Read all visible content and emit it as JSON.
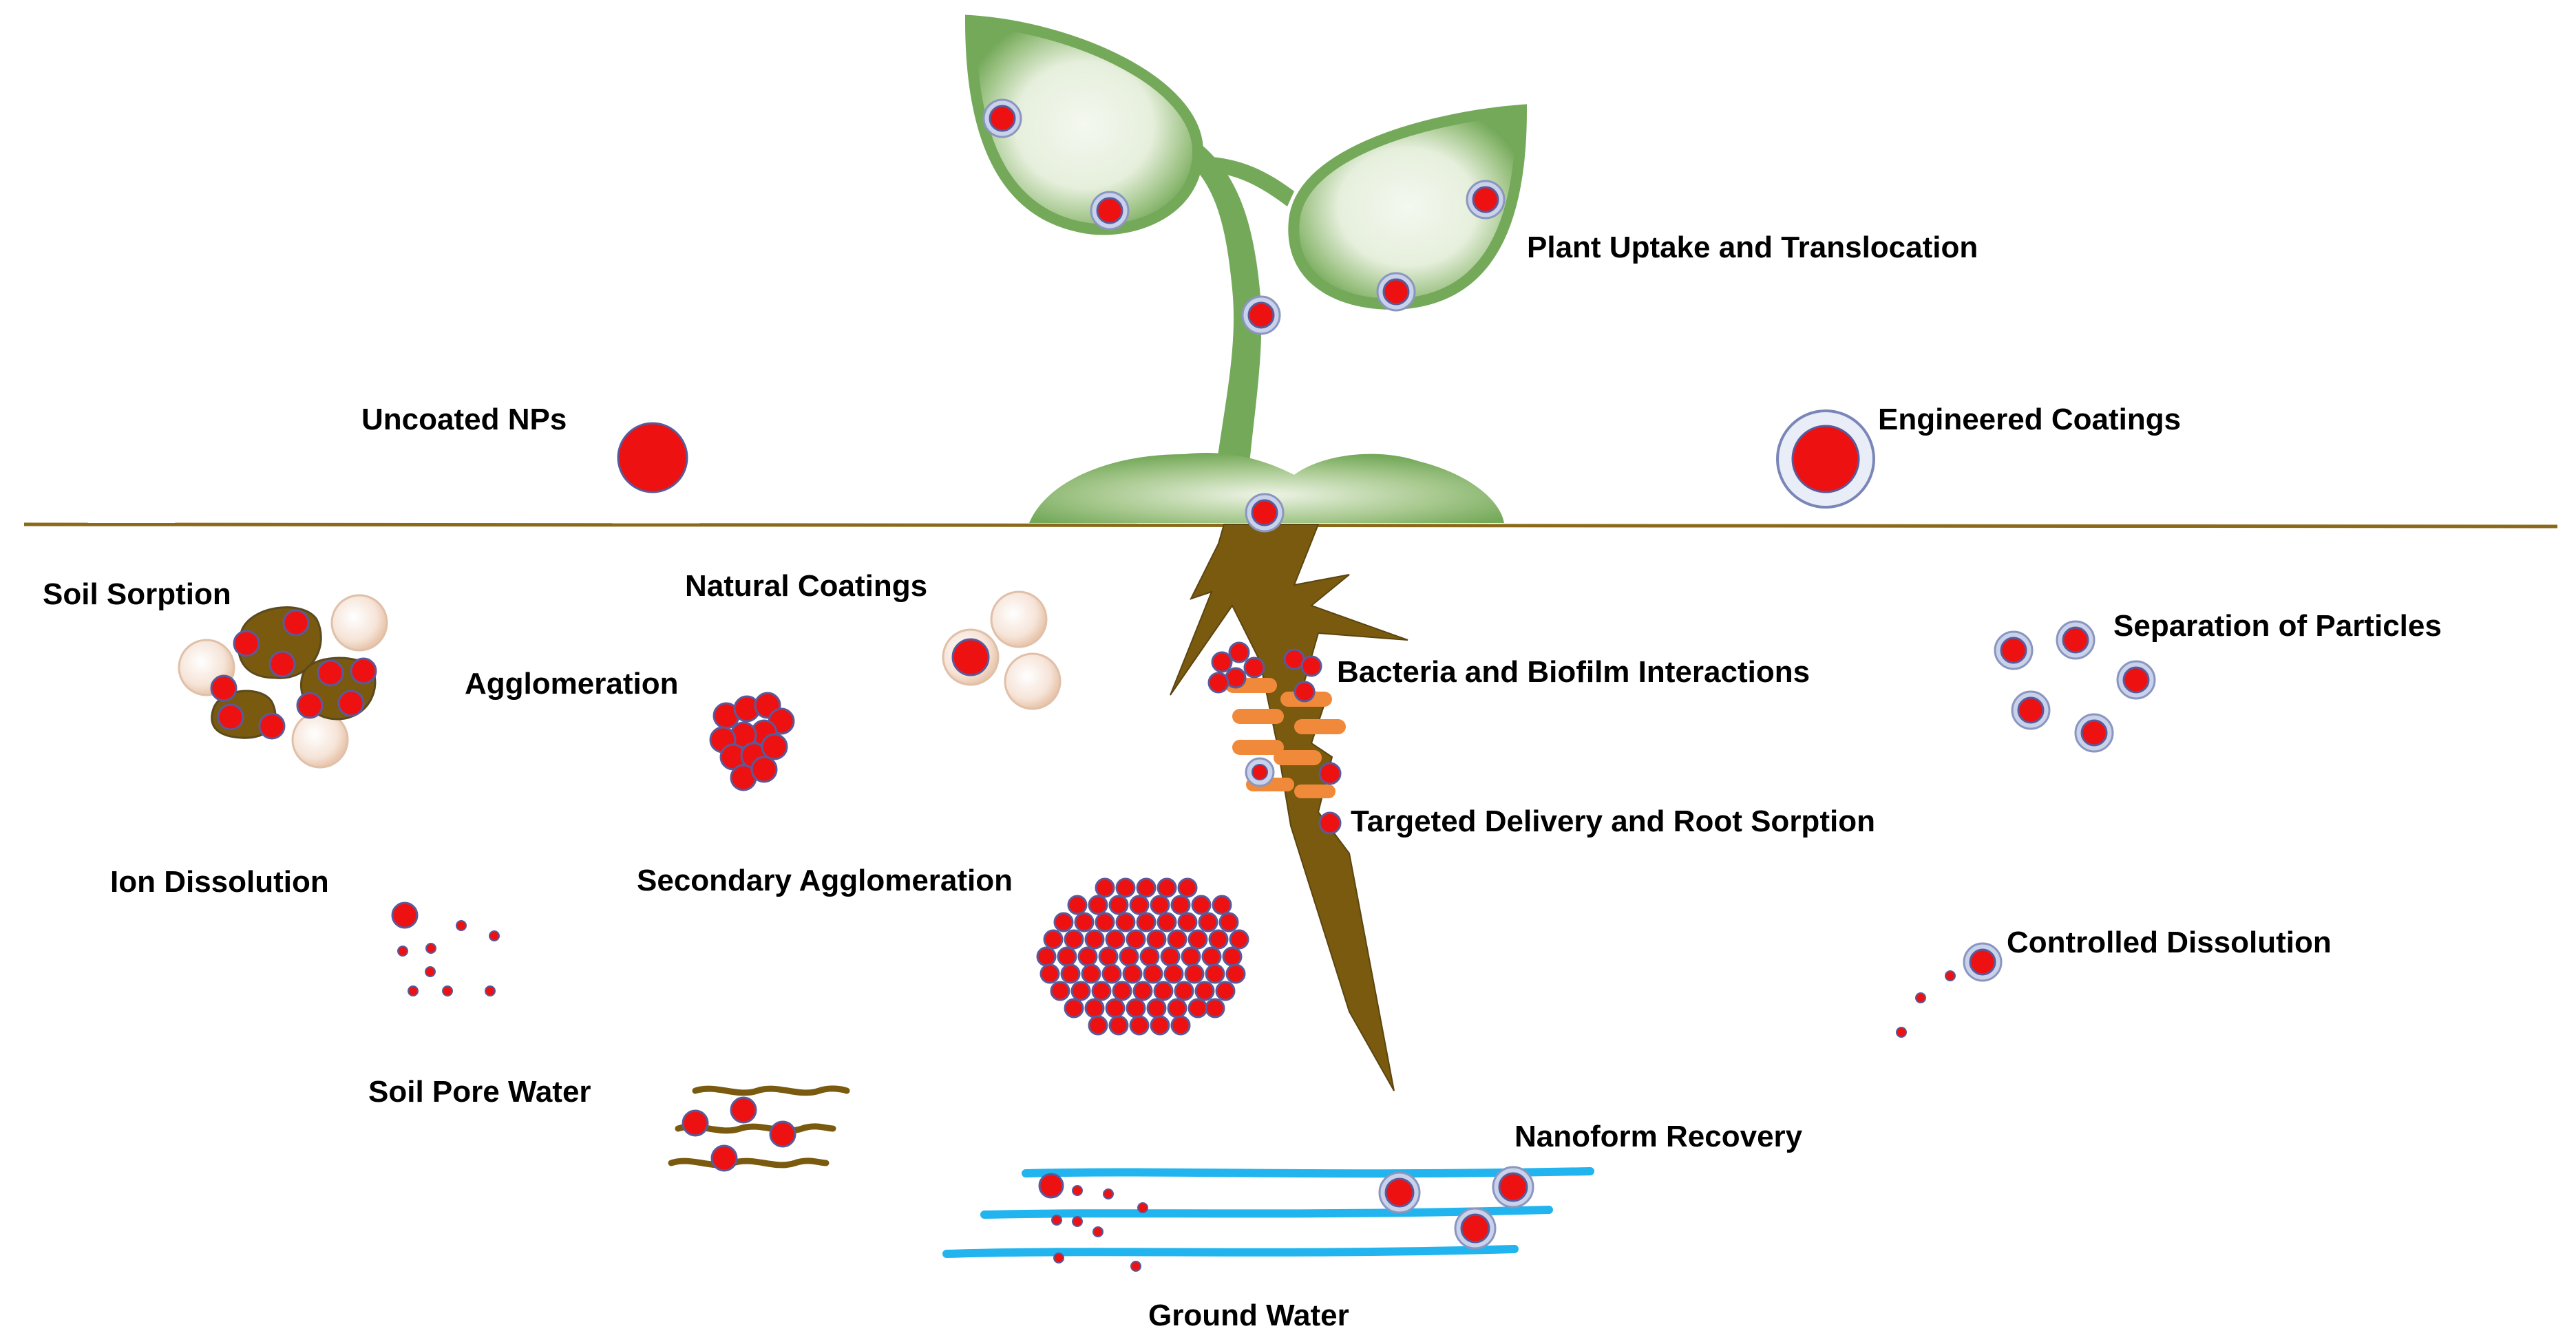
{
  "labels": {
    "plant_uptake": "Plant Uptake and Translocation",
    "uncoated_nps": "Uncoated NPs",
    "engineered_coatings": "Engineered Coatings",
    "soil_sorption": "Soil Sorption",
    "natural_coatings": "Natural Coatings",
    "agglomeration": "Agglomeration",
    "bacteria_biofilm": "Bacteria and Biofilm Interactions",
    "separation_particles": "Separation of Particles",
    "targeted_delivery": "Targeted Delivery and Root Sorption",
    "ion_dissolution": "Ion Dissolution",
    "secondary_agglomeration": "Secondary Agglomeration",
    "controlled_dissolution": "Controlled Dissolution",
    "soil_pore_water": "Soil Pore Water",
    "nanoform_recovery": "Nanoform Recovery",
    "ground_water": "Ground Water"
  },
  "colors": {
    "nanoparticle": "#ee1111",
    "nanoparticle_outline": "#5a5a9a",
    "coating": "#c8d2ea",
    "leaf": "#74a95a",
    "leaf_highlight": "#eef5e8",
    "root": "#7a5a0f",
    "soil_line": "#8a6a1a",
    "water": "#22b4ee",
    "natural_coating": "#f5e3d6",
    "soil_clump": "#7a5a0f",
    "bacteria": "#f08a3a"
  }
}
